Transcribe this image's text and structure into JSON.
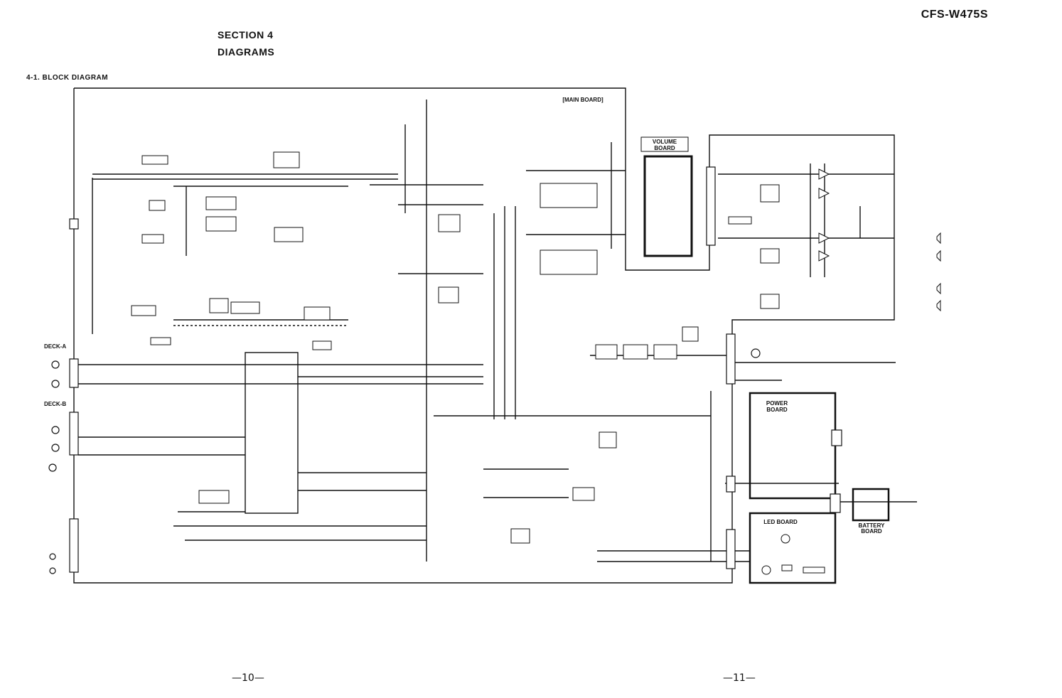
{
  "header": {
    "model": "CFS-W475S",
    "section": "SECTION 4",
    "section_title": "DIAGRAMS",
    "subsection": "4-1.  BLOCK DIAGRAM"
  },
  "boards": {
    "main": "[MAIN BOARD]",
    "volume_1": "VOLUME",
    "volume_2": "BOARD",
    "power_1": "POWER",
    "power_2": "BOARD",
    "led": "LED BOARD",
    "battery_1": "BATTERY",
    "battery_2": "BOARD"
  },
  "labels": {
    "deck_a": "DECK-A",
    "deck_b": "DECK-B"
  },
  "footer": {
    "page_left": "—10—",
    "page_right": "—11—"
  }
}
